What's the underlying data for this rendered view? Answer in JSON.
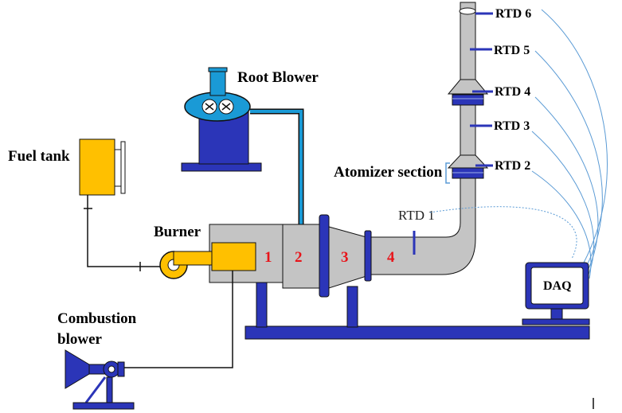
{
  "labels": {
    "root_blower": "Root Blower",
    "fuel_tank": "Fuel tank",
    "burner": "Burner",
    "combustion_blower_line1": "Combustion",
    "combustion_blower_line2": "blower",
    "atomizer_section": "Atomizer section",
    "daq": "DAQ",
    "rtd1": "RTD 1",
    "rtd2": "RTD 2",
    "rtd3": "RTD 3",
    "rtd4": "RTD 4",
    "rtd5": "RTD 5",
    "rtd6": "RTD 6"
  },
  "sections": [
    "1",
    "2",
    "3",
    "4"
  ],
  "colors": {
    "equipment_blue": "#2b35b8",
    "duct_gray": "#c4c4c4",
    "fuel_yellow": "#ffc000",
    "air_line_blue": "#1a9ad6",
    "wire_blue": "#5b9bd5",
    "section_red": "#e8141a"
  }
}
